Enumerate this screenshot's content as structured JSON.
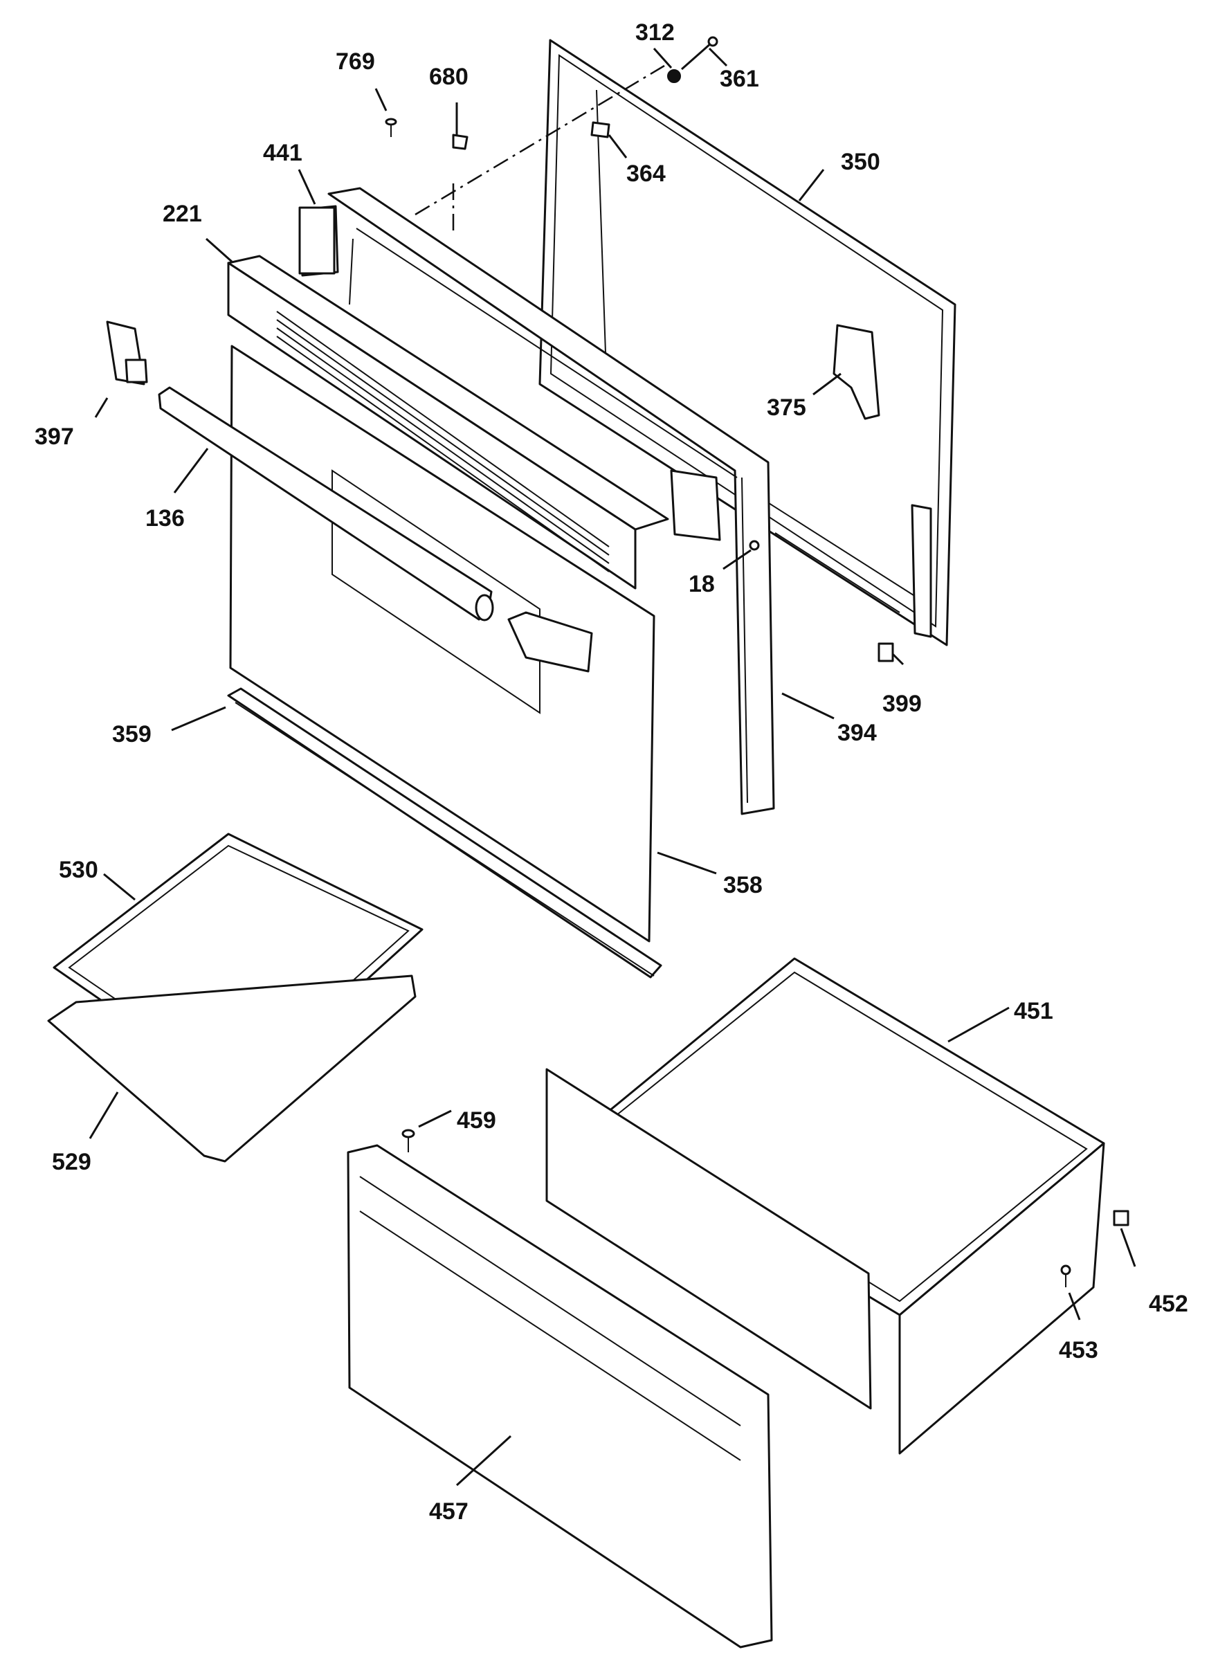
{
  "callouts": [
    {
      "id": "312",
      "label": "312"
    },
    {
      "id": "361",
      "label": "361"
    },
    {
      "id": "769",
      "label": "769"
    },
    {
      "id": "680",
      "label": "680"
    },
    {
      "id": "364",
      "label": "364"
    },
    {
      "id": "350",
      "label": "350"
    },
    {
      "id": "441",
      "label": "441"
    },
    {
      "id": "221",
      "label": "221"
    },
    {
      "id": "397",
      "label": "397"
    },
    {
      "id": "375",
      "label": "375"
    },
    {
      "id": "136",
      "label": "136"
    },
    {
      "id": "18",
      "label": "18"
    },
    {
      "id": "399",
      "label": "399"
    },
    {
      "id": "394",
      "label": "394"
    },
    {
      "id": "359",
      "label": "359"
    },
    {
      "id": "358",
      "label": "358"
    },
    {
      "id": "530",
      "label": "530"
    },
    {
      "id": "451",
      "label": "451"
    },
    {
      "id": "459",
      "label": "459"
    },
    {
      "id": "529",
      "label": "529"
    },
    {
      "id": "452",
      "label": "452"
    },
    {
      "id": "453",
      "label": "453"
    },
    {
      "id": "457",
      "label": "457"
    }
  ]
}
